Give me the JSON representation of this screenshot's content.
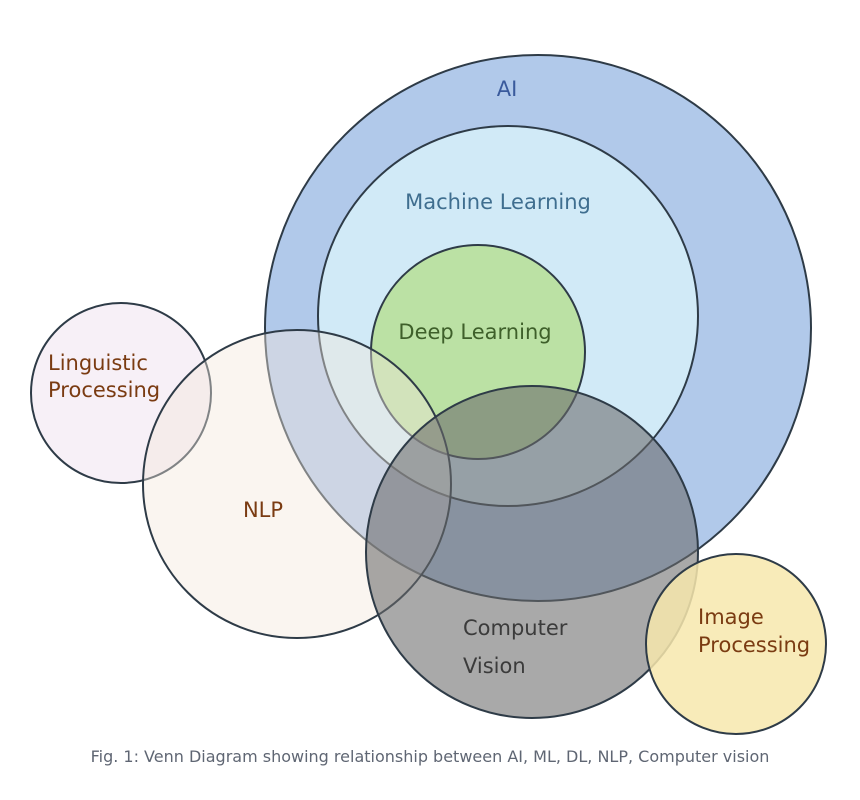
{
  "diagram": {
    "sets": [
      {
        "id": "ai",
        "label_lines": [
          "AI"
        ],
        "fill": "#a3bfe6",
        "fill_opacity": 0.85,
        "text_color": "#3a5a9c"
      },
      {
        "id": "ml",
        "label_lines": [
          "Machine Learning"
        ],
        "fill": "#d3ecf8",
        "fill_opacity": 0.95,
        "text_color": "#3f6e8f"
      },
      {
        "id": "dl",
        "label_lines": [
          "Deep Learning"
        ],
        "fill": "#b9df9c",
        "fill_opacity": 0.92,
        "text_color": "#3e5f2a"
      },
      {
        "id": "linguistic",
        "label_lines": [
          "Linguistic",
          "Processing"
        ],
        "fill": "#f1e6f1",
        "fill_opacity": 0.6,
        "text_color": "#7a3b12"
      },
      {
        "id": "nlp",
        "label_lines": [
          "NLP"
        ],
        "fill": "#f4e7dc",
        "fill_opacity": 0.42,
        "text_color": "#7a3b12"
      },
      {
        "id": "cv",
        "label_lines": [
          "Computer",
          "Vision"
        ],
        "fill": "#6a6a6a",
        "fill_opacity": 0.58,
        "text_color": "#3b3b3b"
      },
      {
        "id": "image",
        "label_lines": [
          "Image",
          "Processing"
        ],
        "fill": "#f7e7ad",
        "fill_opacity": 0.85,
        "text_color": "#7a3b12"
      }
    ],
    "stroke_color": "#2e3b47",
    "caption": "Fig. 1: Venn Diagram showing relationship between AI, ML, DL, NLP, Computer vision"
  }
}
